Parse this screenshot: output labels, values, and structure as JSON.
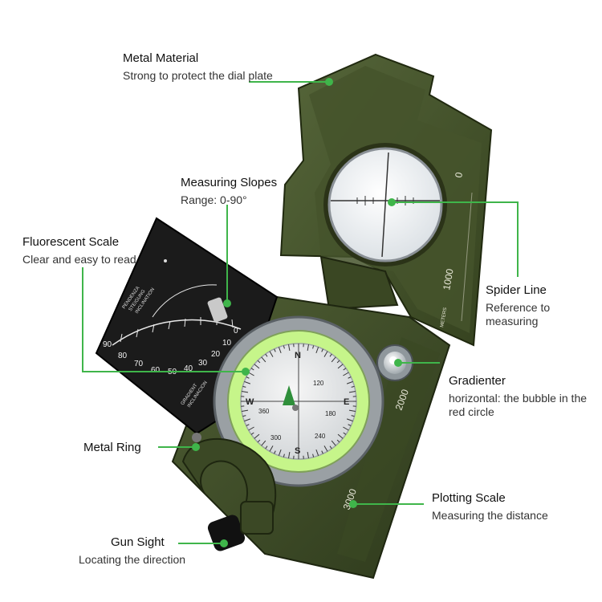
{
  "colors": {
    "callout": "#3fb54a",
    "body_green": "#4a5a30",
    "body_dark": "#2f3a1e",
    "fluorescent": "#c6f58a",
    "plate": "#1b1b1b"
  },
  "callouts": [
    {
      "id": "metal-material",
      "title": "Metal Material",
      "desc": "Strong to protect the dial plate"
    },
    {
      "id": "measuring-slopes",
      "title": "Measuring Slopes",
      "desc": "Range: 0-90°"
    },
    {
      "id": "fluorescent-scale",
      "title": "Fluorescent Scale",
      "desc": "Clear and easy to read"
    },
    {
      "id": "spider-line",
      "title": "Spider Line",
      "desc": "Reference to measuring"
    },
    {
      "id": "gradienter",
      "title": "Gradienter",
      "desc": "horizontal: the bubble in the red circle"
    },
    {
      "id": "metal-ring",
      "title": "Metal Ring",
      "desc": ""
    },
    {
      "id": "plotting-scale",
      "title": "Plotting Scale",
      "desc": "Measuring the distance"
    },
    {
      "id": "gun-sight",
      "title": "Gun Sight",
      "desc": "Locating the direction"
    }
  ],
  "scale_marks": {
    "lid": [
      "0",
      "1000"
    ],
    "lid_unit": "METERS",
    "base": [
      "2000",
      "3000"
    ]
  },
  "clinometer": {
    "ticks": [
      "90",
      "80",
      "70",
      "60",
      "50",
      "40",
      "30",
      "20",
      "10",
      "0"
    ],
    "text": [
      "PENDENZA",
      "STEIGUNG",
      "INCLINATION"
    ],
    "gradient": [
      "GRADIENT",
      "INCLINACION"
    ]
  },
  "compass": {
    "cardinals": [
      "N",
      "E",
      "S",
      "W"
    ],
    "degrees": [
      "120",
      "180",
      "240",
      "300",
      "360"
    ]
  }
}
